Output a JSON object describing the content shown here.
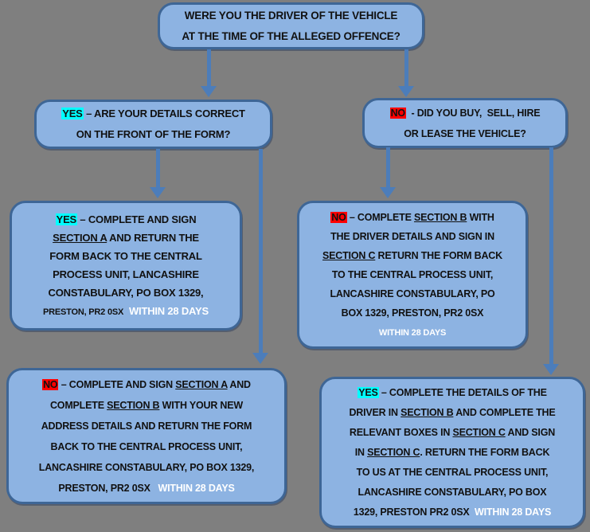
{
  "colors": {
    "bg": "#7f7f7f",
    "box_fill": "#8db3e2",
    "box_border": "#3e6696",
    "arrow_color": "#4c7dba",
    "highlight_yes": "#00ffff",
    "highlight_no": "#ff0000",
    "days_color": "#ffffff"
  },
  "flowchart": {
    "title_box": {
      "segments": [
        {
          "text": "WERE YOU THE DRIVER OF THE VEHICLE\nAT THE TIME OF THE ALLEGED OFFENCE?"
        }
      ]
    },
    "details_question_box": {
      "segments": [
        {
          "text": "YES",
          "style": "cyan"
        },
        {
          "text": " – ARE YOUR DETAILS CORRECT\nON THE FRONT OF THE FORM?"
        }
      ]
    },
    "buy_question_box": {
      "segments": [
        {
          "text": "NO",
          "style": "red"
        },
        {
          "text": "  - DID YOU BUY,  SELL, HIRE\nOR LEASE THE VEHICLE?"
        }
      ]
    },
    "details_yes_box": {
      "segments": [
        {
          "text": "YES",
          "style": "cyan"
        },
        {
          "text": " – COMPLETE AND SIGN\n"
        },
        {
          "text": "SECTION A",
          "style": "underline"
        },
        {
          "text": " AND RETURN THE\nFORM BACK TO THE CENTRAL\nPROCESS UNIT, LANCASHIRE\nCONSTABULARY, PO BOX 1329,\n"
        },
        {
          "text": "PRESTON, PR2 0SX",
          "style": "small"
        },
        {
          "text": "  "
        },
        {
          "text": "WITHIN 28 DAYS",
          "style": "days"
        }
      ]
    },
    "buy_no_box": {
      "segments": [
        {
          "text": "NO",
          "style": "red"
        },
        {
          "text": " – COMPLETE "
        },
        {
          "text": "SECTION B",
          "style": "underline"
        },
        {
          "text": " WITH\nTHE DRIVER DETAILS AND SIGN IN\n"
        },
        {
          "text": "SECTION C",
          "style": "underline"
        },
        {
          "text": " RETURN THE FORM BACK\nTO THE CENTRAL PROCESS UNIT,\nLANCASHIRE CONSTABULARY, PO\nBOX 1329, PRESTON, PR2 0SX\n"
        },
        {
          "text": "WITHIN 28 DAYS",
          "style": "days small"
        }
      ]
    },
    "details_no_box": {
      "segments": [
        {
          "text": "NO",
          "style": "red"
        },
        {
          "text": " – COMPLETE AND SIGN "
        },
        {
          "text": "SECTION A",
          "style": "underline"
        },
        {
          "text": " AND\nCOMPLETE "
        },
        {
          "text": "SECTION B",
          "style": "underline"
        },
        {
          "text": " WITH YOUR NEW\nADDRESS DETAILS AND RETURN THE FORM\nBACK TO THE CENTRAL PROCESS UNIT,\nLANCASHIRE CONSTABULARY, PO BOX 1329,\nPRESTON, PR2 0SX   "
        },
        {
          "text": "WITHIN 28 DAYS",
          "style": "days"
        }
      ]
    },
    "buy_yes_box": {
      "segments": [
        {
          "text": "YES",
          "style": "cyan"
        },
        {
          "text": " – COMPLETE THE DETAILS OF THE\nDRIVER IN "
        },
        {
          "text": "SECTION B",
          "style": "underline"
        },
        {
          "text": " AND COMPLETE THE\nRELEVANT BOXES IN "
        },
        {
          "text": "SECTION C",
          "style": "underline"
        },
        {
          "text": " AND SIGN\nIN "
        },
        {
          "text": "SECTION C",
          "style": "underline"
        },
        {
          "text": ". RETURN THE FORM BACK\nTO US AT THE CENTRAL PROCESS UNIT,\nLANCASHIRE CONSTABULARY, PO BOX\n1329, PRESTON PR2 0SX  "
        },
        {
          "text": "WITHIN 28 DAYS",
          "style": "days"
        }
      ]
    }
  }
}
